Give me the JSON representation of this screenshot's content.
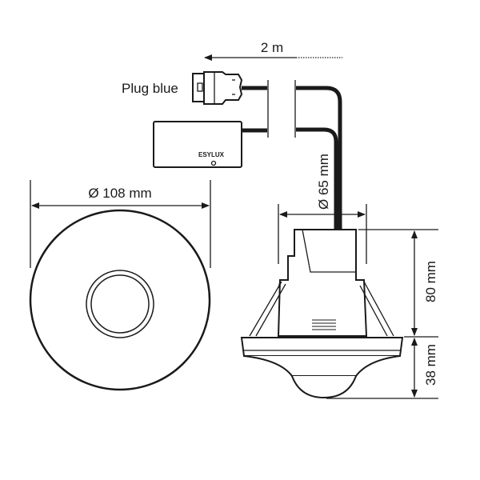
{
  "labels": {
    "cable_length": "2 m",
    "plug": "Plug blue",
    "brand": "ESYLUX",
    "diameter_outer": "Ø 108 mm",
    "diameter_inner": "Ø 65 mm",
    "height_body": "80 mm",
    "height_dome": "38 mm"
  },
  "colors": {
    "line": "#1a1a1a",
    "background": "#ffffff"
  }
}
